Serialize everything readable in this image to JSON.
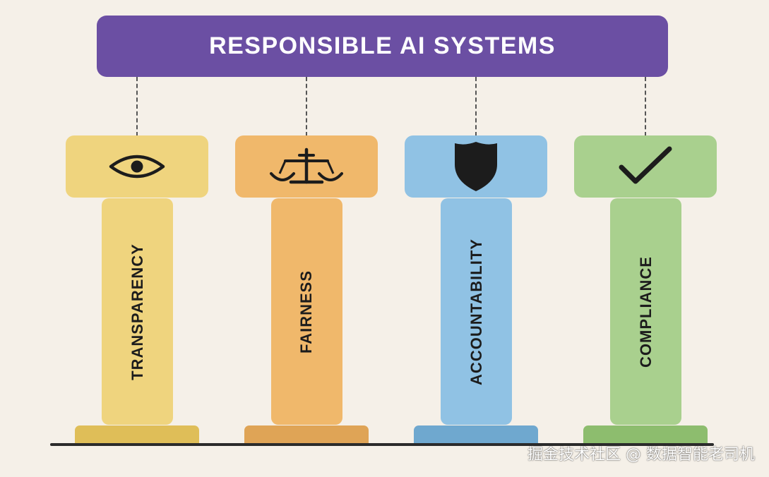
{
  "banner": {
    "title": "RESPONSIBLE AI SYSTEMS",
    "color": "#6b4fa3"
  },
  "pillars": [
    {
      "label": "TRANSPARENCY",
      "icon": "eye-icon",
      "cap_color": "#efd47e",
      "shaft_color": "#efd47e",
      "base_color": "#dfbe58"
    },
    {
      "label": "FAIRNESS",
      "icon": "scales-icon",
      "cap_color": "#f0b86b",
      "shaft_color": "#f0b86b",
      "base_color": "#dfa456"
    },
    {
      "label": "ACCOUNTABILITY",
      "icon": "shield-icon",
      "cap_color": "#90c2e4",
      "shaft_color": "#90c2e4",
      "base_color": "#6fa8cf"
    },
    {
      "label": "COMPLIANCE",
      "icon": "checkmark-icon",
      "cap_color": "#a9d08e",
      "shaft_color": "#a9d08e",
      "base_color": "#8dbd6e"
    }
  ],
  "watermark": "掘金技术社区 @ 数据智能老司机"
}
